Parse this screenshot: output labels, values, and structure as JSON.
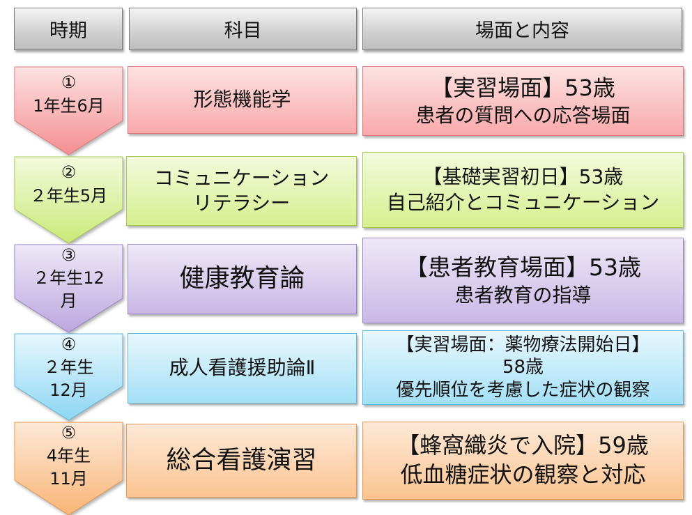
{
  "headers": {
    "period": "時期",
    "subject": "科目",
    "scene": "場面と内容"
  },
  "rows": [
    {
      "num": "①",
      "period_lines": [
        "1年生6月"
      ],
      "subject_lines": [
        "形態機能学"
      ],
      "scene_lines": [
        "【実習場面】53歳",
        "患者の質問への応答場面"
      ],
      "color": "#f9a9ab"
    },
    {
      "num": "②",
      "period_lines": [
        "２年生5月"
      ],
      "subject_lines": [
        "コミュニケーション",
        "リテラシー"
      ],
      "scene_lines": [
        "【基礎実習初日】53歳",
        "自己紹介とコミュニケーション"
      ],
      "color": "#d7ef8f"
    },
    {
      "num": "③",
      "period_lines": [
        "２年生12",
        "月"
      ],
      "subject_lines": [
        "健康教育論"
      ],
      "scene_lines": [
        "【患者教育場面】53歳",
        "患者教育の指導"
      ],
      "color": "#c9b8e6"
    },
    {
      "num": "④",
      "period_lines": [
        "２年生",
        "12月"
      ],
      "subject_lines": [
        "成人看護援助論Ⅱ"
      ],
      "scene_lines": [
        "【実習場面：薬物療法開始日】",
        "58歳",
        "優先順位を考慮した症状の観察"
      ],
      "color": "#a4e0f7"
    },
    {
      "num": "⑤",
      "period_lines": [
        "4年生",
        "11月"
      ],
      "subject_lines": [
        "総合看護演習"
      ],
      "scene_lines": [
        "【蜂窩織炎で入院】59歳",
        "低血糖症状の観察と対応"
      ],
      "color": "#fbc491"
    }
  ]
}
